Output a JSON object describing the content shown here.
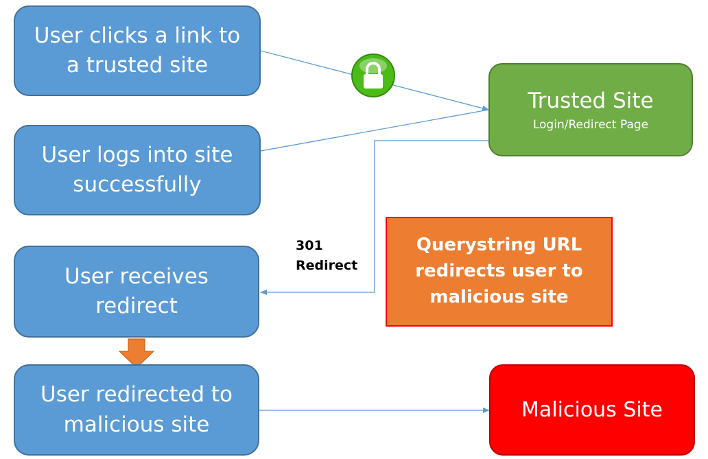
{
  "steps": {
    "click_link": [
      "User clicks a link to",
      "a trusted site"
    ],
    "logs_in": [
      "User logs into site",
      "successfully"
    ],
    "receives_redirect": [
      "User receives",
      "redirect"
    ],
    "redirected": [
      "User redirected to",
      "malicious site"
    ]
  },
  "trusted_site": {
    "title": "Trusted Site",
    "subtitle": "Login/Redirect Page"
  },
  "malicious_site": {
    "title": "Malicious Site"
  },
  "note": [
    "Querystring URL",
    "redirects user to",
    "malicious site"
  ],
  "redirect_label": [
    "301",
    "Redirect"
  ],
  "icons": {
    "secure": "lock-icon",
    "flow": "down-arrow-icon"
  },
  "colors": {
    "step_fill": "#5b9bd5",
    "trusted_fill": "#70ad47",
    "malicious_fill": "#ff0000",
    "note_fill": "#ed7d31",
    "lock_green": "#4cbb17"
  }
}
